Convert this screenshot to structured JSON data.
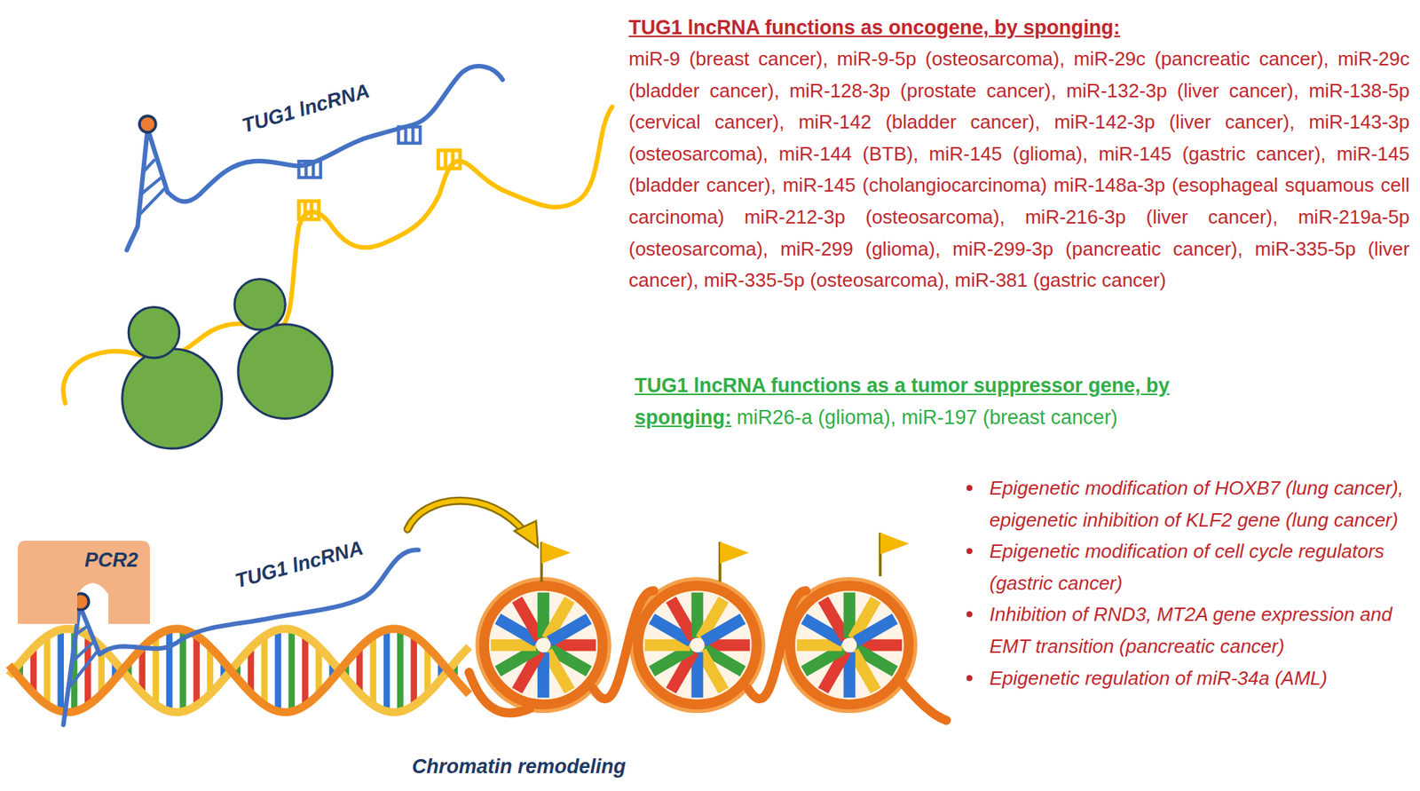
{
  "diagram": {
    "nodes": [
      {
        "text": [
          "PCR2"
        ]
      }
    ],
    "labels": [
      "TUG1 lncRNA",
      "TUG1 lncRNA functions as oncogene, by sponging:",
      "miR-9 (breast cancer), miR-9-5p (osteosarcoma), miR-29c (pancreatic cancer), miR-29c (bladder cancer), miR-128-3p (prostate cancer), miR-132-3p (liver cancer), miR-138-5p (cervical cancer), miR-142 (bladder cancer), miR-142-3p (liver cancer), miR-143-3p (osteosarcoma), miR-144 (BTB), miR-145 (glioma), miR-145 (gastric cancer), miR-145 (bladder cancer), miR-145 (cholangiocarcinoma) miR-148a-3p (esophageal squamous cell carcinoma) miR-212-3p (osteosarcoma), miR-216-3p (liver cancer), miR-219a-5p (osteosarcoma), miR-299 (glioma), miR-299-3p (pancreatic cancer), miR-335-5p (liver cancer), miR-335-5p (osteosarcoma), miR-381 (gastric cancer)",
      "TUG1 lncRNA functions as a tumor suppressor gene, by sponging:",
      "miR26-a (glioma), miR-197 (breast cancer)",
      "TUG1 lncRNA",
      "Chromatin remodeling",
      "Epigenetic modification of HOXB7 (lung cancer), epigenetic inhibition of KLF2 gene (lung cancer)",
      "Epigenetic modification of cell cycle regulators (gastric cancer)",
      "Inhibition of RND3, MT2A gene expression and EMT transition (pancreatic cancer)",
      "Epigenetic regulation of miR-34a (AML)"
    ]
  }
}
